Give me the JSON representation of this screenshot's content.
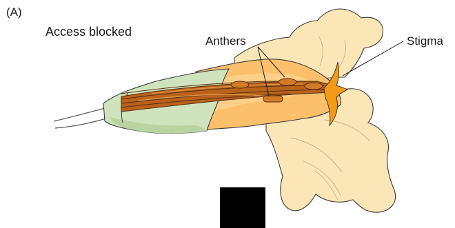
{
  "figure": {
    "panel_label": "(A)",
    "caption": "Access blocked"
  },
  "labels": {
    "anthers": "Anthers",
    "stigma": "Stigma"
  },
  "colors": {
    "calyx": "#cfe3bc",
    "petal_light": "#fbe6b8",
    "petal_mid": "#fbd79a",
    "tube": "#fcc06c",
    "filament": "#b8621c",
    "filament_dark": "#5a2e0c",
    "stigma": "#f59a16",
    "outline": "#3a3a3a",
    "redaction": "#000000"
  }
}
